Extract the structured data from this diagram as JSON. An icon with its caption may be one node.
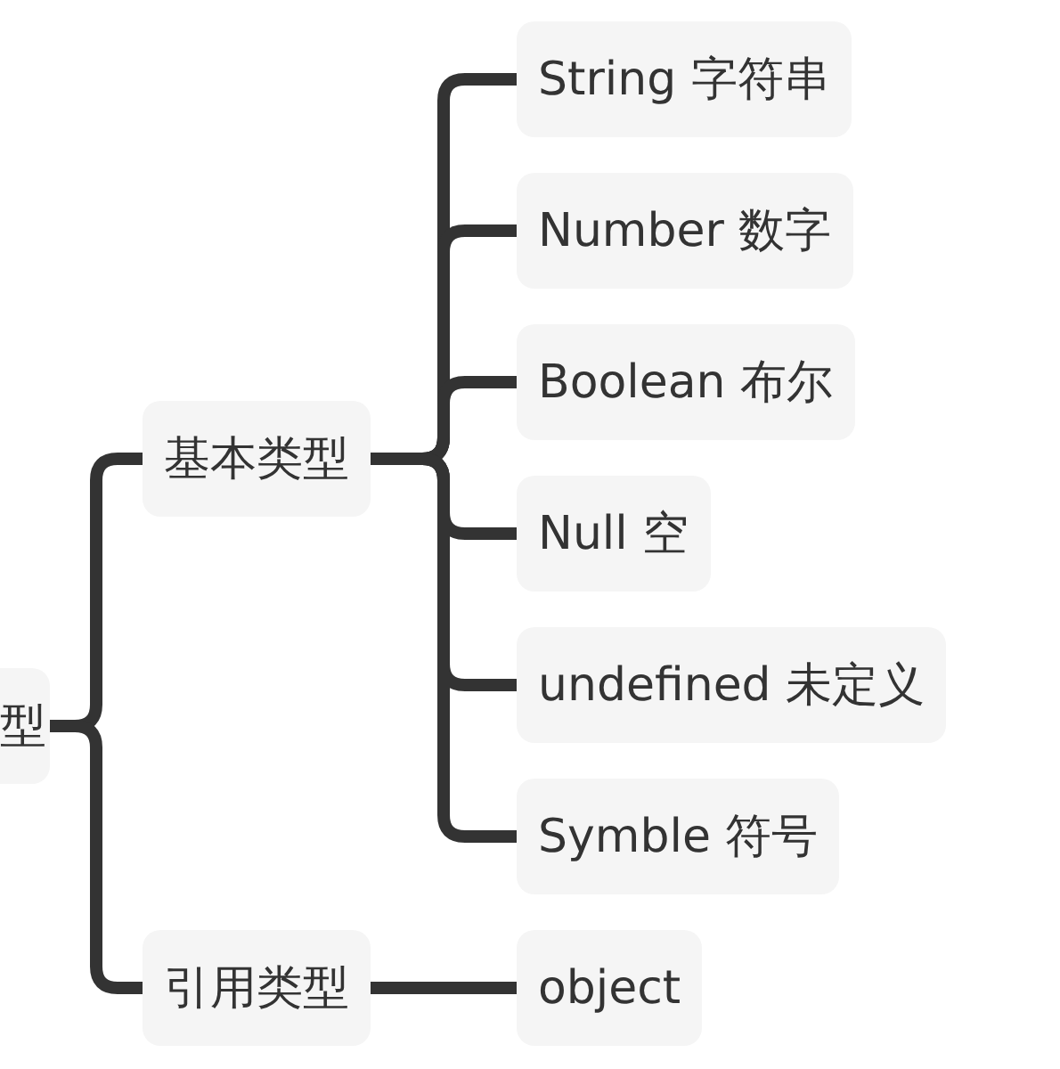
{
  "diagram": {
    "nodes": [
      {
        "text": [
          "型"
        ]
      },
      {
        "text": [
          "基本类型"
        ]
      },
      {
        "text": [
          "引用类型"
        ]
      },
      {
        "text": [
          "String 字符串"
        ]
      },
      {
        "text": [
          "Number 数字"
        ]
      },
      {
        "text": [
          "Boolean 布尔"
        ]
      },
      {
        "text": [
          "Null 空"
        ]
      },
      {
        "text": [
          "undefined 未定义"
        ]
      },
      {
        "text": [
          "Symble 符号"
        ]
      },
      {
        "text": [
          "object"
        ]
      }
    ],
    "edges": [
      {
        "from": 0,
        "to": 1,
        "arrow": "none"
      },
      {
        "from": 0,
        "to": 2,
        "arrow": "none"
      },
      {
        "from": 1,
        "to": 3,
        "arrow": "none"
      },
      {
        "from": 1,
        "to": 4,
        "arrow": "none"
      },
      {
        "from": 1,
        "to": 5,
        "arrow": "none"
      },
      {
        "from": 1,
        "to": 6,
        "arrow": "none"
      },
      {
        "from": 1,
        "to": 7,
        "arrow": "none"
      },
      {
        "from": 1,
        "to": 8,
        "arrow": "none"
      },
      {
        "from": 2,
        "to": 9,
        "arrow": "none"
      }
    ]
  }
}
